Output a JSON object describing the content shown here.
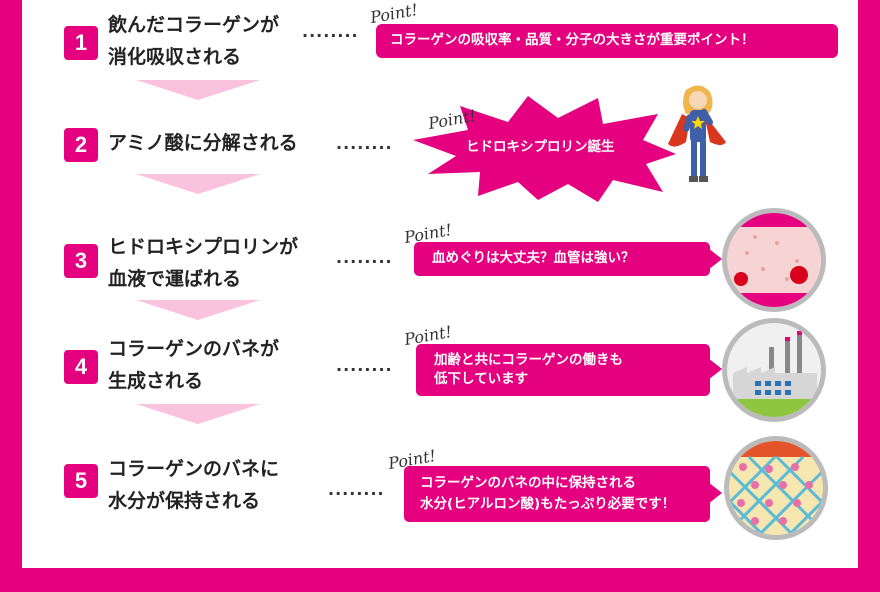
{
  "colors": {
    "accent": "#e4007f",
    "arrow": "#f9c3dd"
  },
  "point_label": "Point!",
  "steps": [
    {
      "num": "1",
      "line1": "飲んだコラーゲンが",
      "line2": "消化吸収される",
      "dots": "........",
      "point_text": [
        "コラーゲンの吸収率・品質・分子の大きさが重要ポイント！"
      ]
    },
    {
      "num": "2",
      "line1": "アミノ酸に分解される",
      "line2": "",
      "dots": "........",
      "point_text": [
        "ヒドロキシプロリン誕生"
      ]
    },
    {
      "num": "3",
      "line1": "ヒドロキシプロリンが",
      "line2": "血液で運ばれる",
      "dots": "........",
      "point_text": [
        "血めぐりは大丈夫？血管は強い？"
      ]
    },
    {
      "num": "4",
      "line1": "コラーゲンのバネが",
      "line2": "生成される",
      "dots": "........",
      "point_text": [
        "加齢と共にコラーゲンの働きも",
        "低下しています"
      ]
    },
    {
      "num": "5",
      "line1": "コラーゲンのバネに",
      "line2": "水分が保持される",
      "dots": "........",
      "point_text": [
        "コラーゲンのバネの中に保持される",
        "水分(ヒアルロン酸)もたっぷり必要です！"
      ]
    }
  ],
  "icons": [
    "superhero-icon",
    "blood-vessel-icon",
    "factory-icon",
    "collagen-mesh-icon"
  ]
}
